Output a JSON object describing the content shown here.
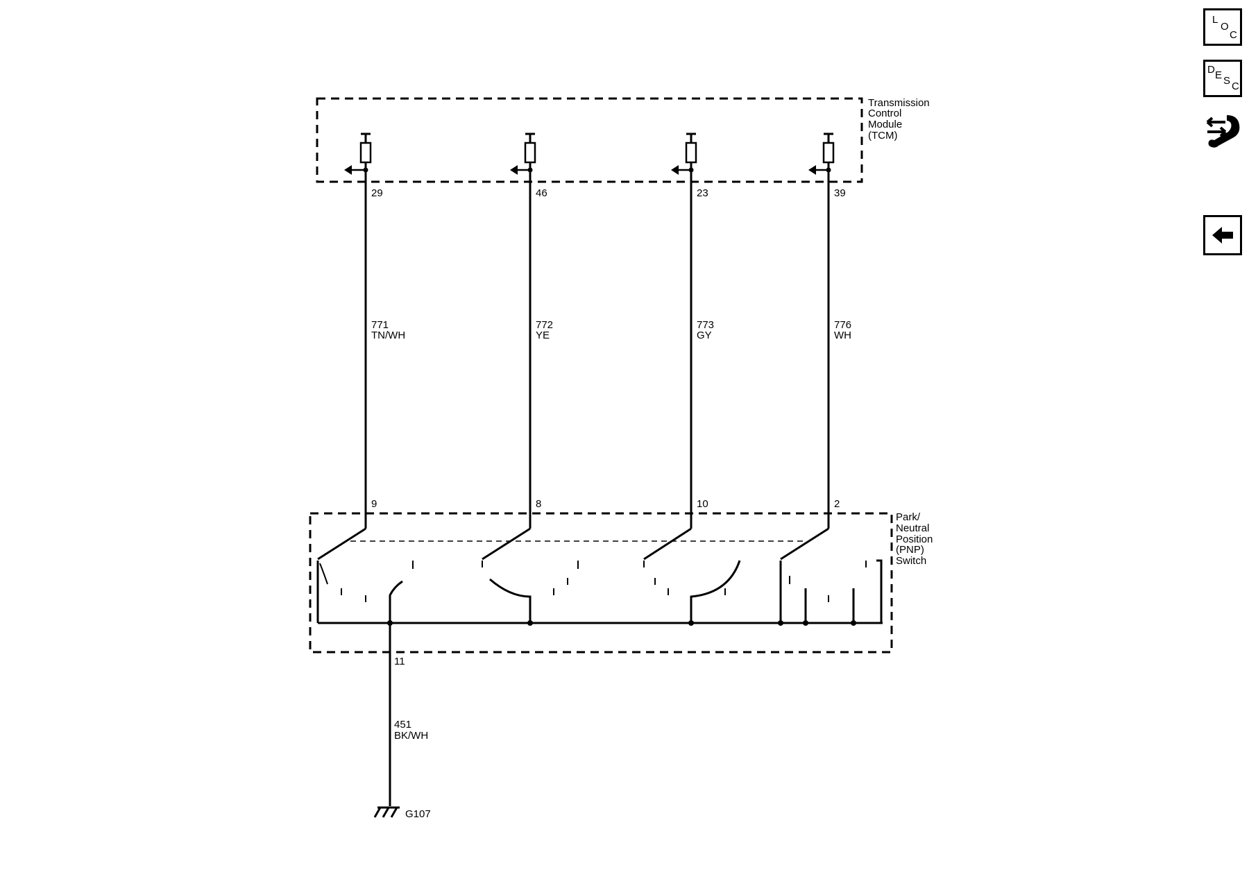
{
  "tcm": {
    "label_lines": [
      "Transmission",
      "Control",
      "Module",
      "(TCM)"
    ]
  },
  "pnp": {
    "label_lines": [
      "Park/",
      "Neutral",
      "Position",
      "(PNP)",
      "Switch"
    ]
  },
  "circuits": [
    {
      "tcm_pin": "29",
      "circuit": "771",
      "color": "TN/WH",
      "pnp_pin": "9"
    },
    {
      "tcm_pin": "46",
      "circuit": "772",
      "color": "YE",
      "pnp_pin": "8"
    },
    {
      "tcm_pin": "23",
      "circuit": "773",
      "color": "GY",
      "pnp_pin": "10"
    },
    {
      "tcm_pin": "39",
      "circuit": "776",
      "color": "WH",
      "pnp_pin": "2"
    }
  ],
  "ground": {
    "pnp_pin": "11",
    "circuit": "451",
    "color": "BK/WH",
    "ground_id": "G107"
  },
  "nav": {
    "loc": {
      "l1": "L",
      "l2": "O",
      "l3": "C"
    },
    "desc": {
      "l1": "D",
      "l2": "E",
      "l3": "S",
      "l4": "C"
    },
    "wrench_icon": "wrench-arrows-icon",
    "back_icon": "arrow-left-icon"
  }
}
